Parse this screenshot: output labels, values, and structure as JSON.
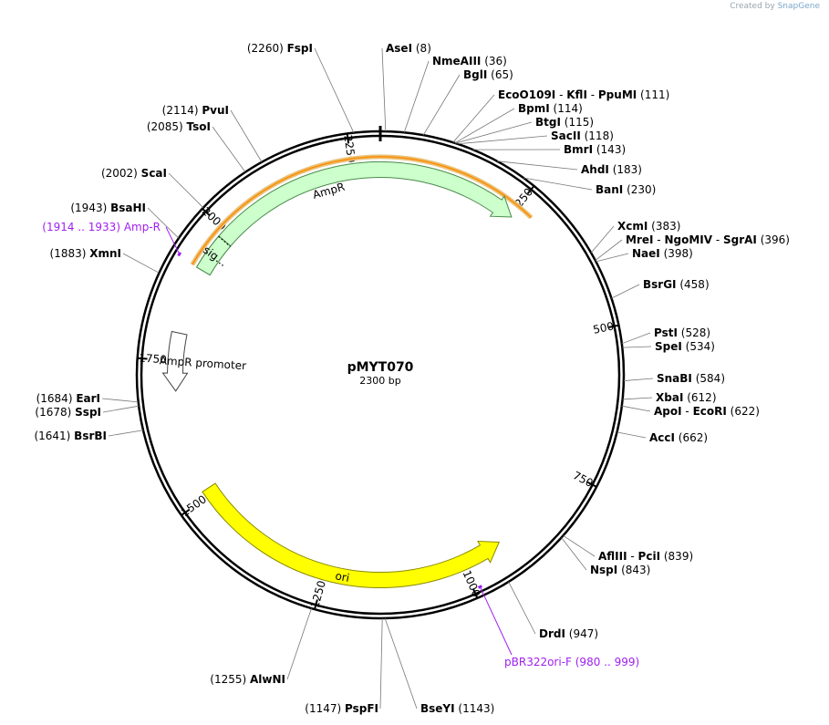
{
  "credit": {
    "prefix": "Created by",
    "brand": "SnapGene"
  },
  "plasmid": {
    "name": "pMYT070",
    "size_label": "2300 bp",
    "length": 2300
  },
  "tick_labels": [
    "250",
    "500",
    "750",
    "1000",
    "1250",
    "1500",
    "1750",
    "2000",
    "2250"
  ],
  "features": [
    {
      "name": "AmpR",
      "start": 1919,
      "end": 254,
      "direction": "cw",
      "color": "#ccffcc",
      "stroke": "#4a8a4a",
      "highlight": true
    },
    {
      "name": "sig...",
      "start": 1919,
      "end": 1985,
      "direction": "none",
      "color": "#ccffcc",
      "stroke": "#4a8a4a",
      "highlight": true
    },
    {
      "name": "AmpR promoter",
      "start": 1800,
      "end": 1696,
      "direction": "ccw",
      "color": "#ffffff",
      "stroke": "#444444"
    },
    {
      "name": "ori",
      "start": 1512,
      "end": 924,
      "direction": "ccw",
      "color": "#ffff00",
      "stroke": "#8a8a00"
    }
  ],
  "primers": [
    {
      "name": "Amp-R",
      "range": "(1914 .. 1933)",
      "pos": 1923
    },
    {
      "name": "pBR322ori-F",
      "range": "(980 .. 999)",
      "pos": 989
    }
  ],
  "sites": [
    {
      "names": [
        "FspI"
      ],
      "pos": "2260"
    },
    {
      "names": [
        "AseI"
      ],
      "pos": "8"
    },
    {
      "names": [
        "NmeAIII"
      ],
      "pos": "36"
    },
    {
      "names": [
        "BglI"
      ],
      "pos": "65"
    },
    {
      "names": [
        "EcoO109I",
        "KflI",
        "PpuMI"
      ],
      "pos": "111"
    },
    {
      "names": [
        "BpmI"
      ],
      "pos": "114"
    },
    {
      "names": [
        "BtgI"
      ],
      "pos": "115"
    },
    {
      "names": [
        "SacII"
      ],
      "pos": "118"
    },
    {
      "names": [
        "BmrI"
      ],
      "pos": "143"
    },
    {
      "names": [
        "AhdI"
      ],
      "pos": "183"
    },
    {
      "names": [
        "BanI"
      ],
      "pos": "230"
    },
    {
      "names": [
        "XcmI"
      ],
      "pos": "383"
    },
    {
      "names": [
        "MreI",
        "NgoMIV",
        "SgrAI"
      ],
      "pos": "396"
    },
    {
      "names": [
        "NaeI"
      ],
      "pos": "398"
    },
    {
      "names": [
        "BsrGI"
      ],
      "pos": "458"
    },
    {
      "names": [
        "PstI"
      ],
      "pos": "528"
    },
    {
      "names": [
        "SpeI"
      ],
      "pos": "534"
    },
    {
      "names": [
        "SnaBI"
      ],
      "pos": "584"
    },
    {
      "names": [
        "XbaI"
      ],
      "pos": "612"
    },
    {
      "names": [
        "ApoI",
        "EcoRI"
      ],
      "pos": "622"
    },
    {
      "names": [
        "AccI"
      ],
      "pos": "662"
    },
    {
      "names": [
        "AflIII",
        "PciI"
      ],
      "pos": "839"
    },
    {
      "names": [
        "NspI"
      ],
      "pos": "843"
    },
    {
      "names": [
        "DrdI"
      ],
      "pos": "947"
    },
    {
      "names": [
        "BseYI"
      ],
      "pos": "1143"
    },
    {
      "names": [
        "PspFI"
      ],
      "pos": "1147"
    },
    {
      "names": [
        "AlwNI"
      ],
      "pos": "1255"
    },
    {
      "names": [
        "BsrBI"
      ],
      "pos": "1641"
    },
    {
      "names": [
        "SspI"
      ],
      "pos": "1678"
    },
    {
      "names": [
        "EarI"
      ],
      "pos": "1684"
    },
    {
      "names": [
        "XmnI"
      ],
      "pos": "1883"
    },
    {
      "names": [
        "BsaHI"
      ],
      "pos": "1943"
    },
    {
      "names": [
        "ScaI"
      ],
      "pos": "2002"
    },
    {
      "names": [
        "TsoI"
      ],
      "pos": "2085"
    },
    {
      "names": [
        "PvuI"
      ],
      "pos": "2114"
    }
  ]
}
